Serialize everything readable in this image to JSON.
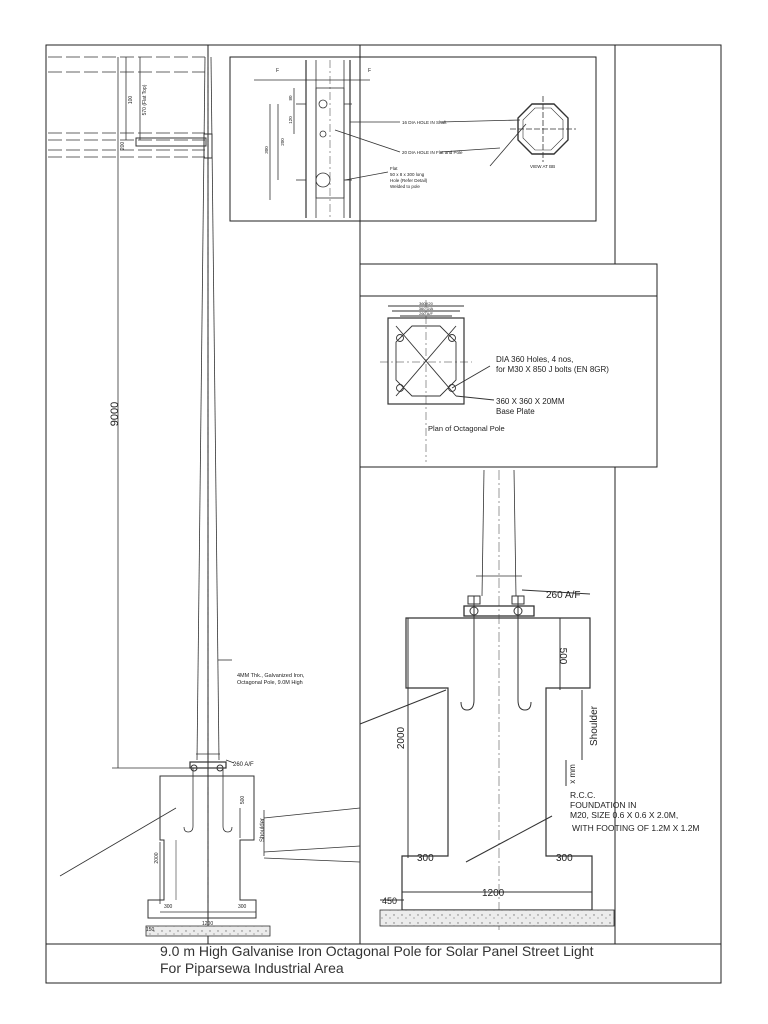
{
  "title": {
    "line1": "9.0 m High Galvanise Iron Octagonal Pole for Solar Panel Street Light",
    "line2": "For Piparsewa Industrial Area"
  },
  "elevation": {
    "height": "9000",
    "top_dim_1": "100",
    "top_dim_2": "570 (Flat Top)",
    "top_dim_3": "200",
    "pole_note_1": "4MM Thk., Galvanized Iron,",
    "pole_note_2": "Octagonal Pole, 9.0M High",
    "af_small": "260 A/F",
    "found_500": "500",
    "shoulder": "Shoulder",
    "found_2000": "2000",
    "found_300a": "300",
    "found_300b": "300",
    "found_1200": "1200",
    "found_150": "150"
  },
  "bracket_detail": {
    "section_a": "F",
    "section_b": "F",
    "hole_shaft": "16 DIA HOLE IN Shaft",
    "hole_flat": "20 DIA HOLE IN Flat and Pole",
    "flat_1": "Flat",
    "flat_2": "50 x 8 x 300 long",
    "flat_3": "Hole (Refer Detail)",
    "flat_4": "Welded to pole",
    "view": "VIEW AT BB",
    "dim_80": "80",
    "dim_120": "120",
    "dim_300": "300",
    "dim_200": "200"
  },
  "plan": {
    "dim_outer": "360X20",
    "dim_mid": "360 DIA",
    "dim_inner": "260 A/F",
    "holes_1": "DIA 360 Holes, 4 nos,",
    "holes_2": "for M30 X 850 J bolts (EN 8GR)",
    "plate_1": "360 X 360 X 20MM",
    "plate_2": "Base Plate",
    "caption": "Plan of Octagonal Pole"
  },
  "foundation": {
    "af": "260 A/F",
    "dim_500": "500",
    "shoulder": "Shoulder",
    "dim_2000": "2000",
    "dim_x": "x mm",
    "note_1": "R.C.C.",
    "note_2": "FOUNDATION IN",
    "note_3": "M20, SIZE 0.6 X 0.6 X 2.0M,",
    "note_4": "WITH FOOTING OF 1.2M X 1.2M",
    "dim_300a": "300",
    "dim_300b": "300",
    "dim_1200": "1200",
    "dim_450": "450"
  }
}
